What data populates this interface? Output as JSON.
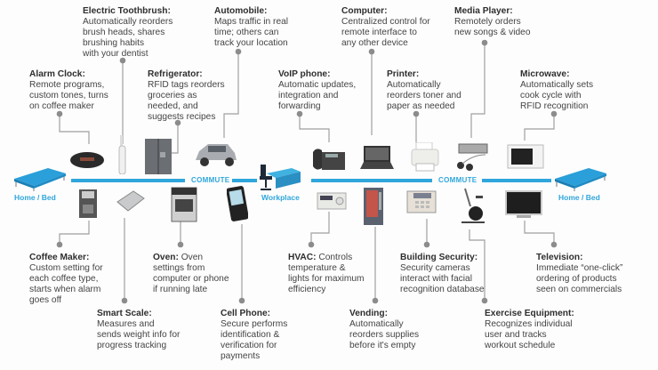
{
  "diagram": {
    "accent_color": "#2fa6dc",
    "line_color": "#9a9a9a",
    "places": {
      "home_left": "Home / Bed",
      "workplace": "Workplace",
      "home_right": "Home / Bed"
    },
    "commute_label_1": "COMMUTE",
    "commute_label_2": "COMMUTE",
    "devices_top": [
      {
        "name": "Alarm Clock",
        "title": "Alarm Clock:",
        "desc": "Remote programs,\ncustom tones, turns\non coffee maker",
        "icon": "alarm-clock-icon"
      },
      {
        "name": "Electric Toothbrush",
        "title": "Electric Toothbrush:",
        "desc": "Automatically reorders\nbrush heads, shares\nbrushing habits\nwith your dentist",
        "icon": "toothbrush-icon"
      },
      {
        "name": "Refrigerator",
        "title": "Refrigerator:",
        "desc": "RFID tags reorders\ngroceries as\nneeded, and\nsuggests recipes",
        "icon": "refrigerator-icon"
      },
      {
        "name": "Automobile",
        "title": "Automobile:",
        "desc": "Maps traffic in real\ntime; others can\ntrack your location",
        "icon": "car-icon"
      },
      {
        "name": "VoIP phone",
        "title": "VoIP phone:",
        "desc": "Automatic updates,\nintegration and\nforwarding",
        "icon": "desk-phone-icon"
      },
      {
        "name": "Computer",
        "title": "Computer:",
        "desc": "Centralized control for\nremote interface to\nany other device",
        "icon": "laptop-icon"
      },
      {
        "name": "Printer",
        "title": "Printer:",
        "desc": "Automatically\nreorders toner and\npaper as needed",
        "icon": "printer-icon"
      },
      {
        "name": "Media Player",
        "title": "Media Player:",
        "desc": "Remotely orders\nnew songs & video",
        "icon": "media-player-icon"
      },
      {
        "name": "Microwave",
        "title": "Microwave:",
        "desc": "Automatically sets\ncook cycle with\nRFID recognition",
        "icon": "microwave-icon"
      }
    ],
    "devices_bottom": [
      {
        "name": "Coffee Maker",
        "title": "Coffee Maker:",
        "desc": "Custom setting for\neach coffee type,\nstarts when alarm\ngoes off",
        "icon": "coffee-maker-icon"
      },
      {
        "name": "Smart Scale",
        "title": "Smart Scale:",
        "desc": "Measures and\nsends weight info for\nprogress tracking",
        "icon": "scale-icon"
      },
      {
        "name": "Oven",
        "title": "Oven:",
        "desc": " Oven\nsettings from\ncomputer or phone\nif running late",
        "icon": "oven-icon"
      },
      {
        "name": "Cell Phone",
        "title": "Cell Phone:",
        "desc": "Secure performs\nidentification &\nverification for\npayments",
        "icon": "cell-phone-icon"
      },
      {
        "name": "HVAC",
        "title": "HVAC:",
        "desc": " Controls\ntemperature &\nlights for maximum\nefficiency",
        "icon": "thermostat-icon"
      },
      {
        "name": "Vending",
        "title": "Vending:",
        "desc": "Automatically\nreorders supplies\nbefore it's empty",
        "icon": "vending-machine-icon"
      },
      {
        "name": "Building Security",
        "title": "Building Security:",
        "desc": "Security cameras\ninteract with facial\nrecognition database",
        "icon": "security-panel-icon"
      },
      {
        "name": "Exercise Equipment",
        "title": "Exercise Equipment:",
        "desc": "Recognizes individual\nuser and tracks\nworkout schedule",
        "icon": "exercise-bike-icon"
      },
      {
        "name": "Television",
        "title": "Television:",
        "desc": "Immediate “one-click”\nordering of products\nseen on commercials",
        "icon": "television-icon"
      }
    ]
  }
}
